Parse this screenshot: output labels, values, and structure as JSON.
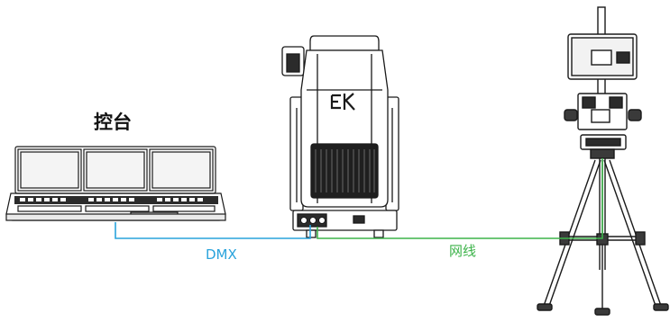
{
  "labels": {
    "console": "控台",
    "dmx": "DMX",
    "network_cable": "网线"
  },
  "logo": {
    "text": "EK"
  },
  "colors": {
    "line_art": "#1a1a1a",
    "dmx_cable": "#29a3dc",
    "network_cable": "#3db34a",
    "background": "#ffffff"
  }
}
